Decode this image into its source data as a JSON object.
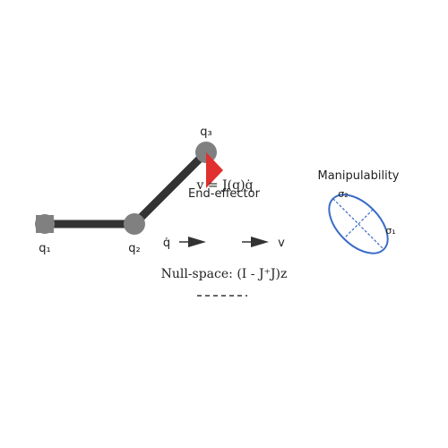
{
  "colors": {
    "background": "#ffffff",
    "link": "#333333",
    "joint": "#808080",
    "end_effector": "#e03030",
    "ellipse": "#3a6cc8",
    "text": "#222222"
  },
  "joints": {
    "q1": "q₁",
    "q2": "q₂",
    "q3": "q₃"
  },
  "end_effector": {
    "label": "End-effector",
    "equation": "v = J(q)q̇"
  },
  "mapping": {
    "input": "q̇",
    "output": "v"
  },
  "null_space": {
    "label": "Null-space: (I - J⁺J)z"
  },
  "manipulability": {
    "title": "Manipulability",
    "sigma1": "σ₁",
    "sigma2": "σ₂"
  },
  "icons": {
    "end_effector": "triangle-icon",
    "arrows": "arrow-right-icon"
  }
}
